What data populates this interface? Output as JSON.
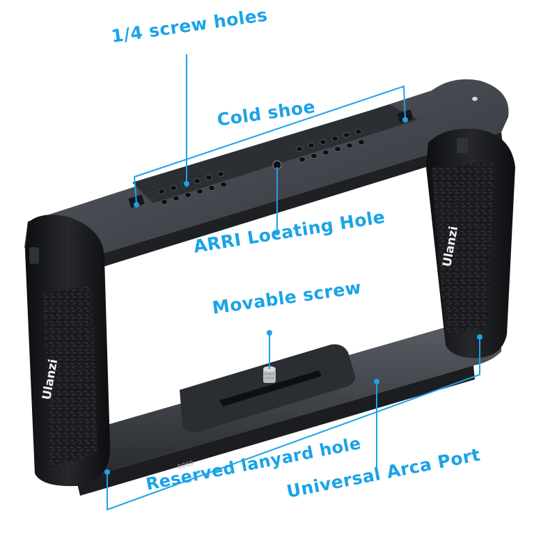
{
  "callouts": {
    "screw_holes": "1/4 screw holes",
    "cold_shoe": "Cold shoe",
    "arri_hole": "ARRI Locating Hole",
    "movable_screw": "Movable screw",
    "lanyard_hole": "Reserved lanyard hole",
    "arca_port": "Universal Arca Port"
  },
  "product": {
    "brand": "Ulanzi",
    "model": "R069"
  },
  "colors": {
    "callout_blue": "#1aa3e8",
    "metal_dark": "#2b2e33",
    "metal_mid": "#3c4046",
    "grip_black": "#141517"
  }
}
